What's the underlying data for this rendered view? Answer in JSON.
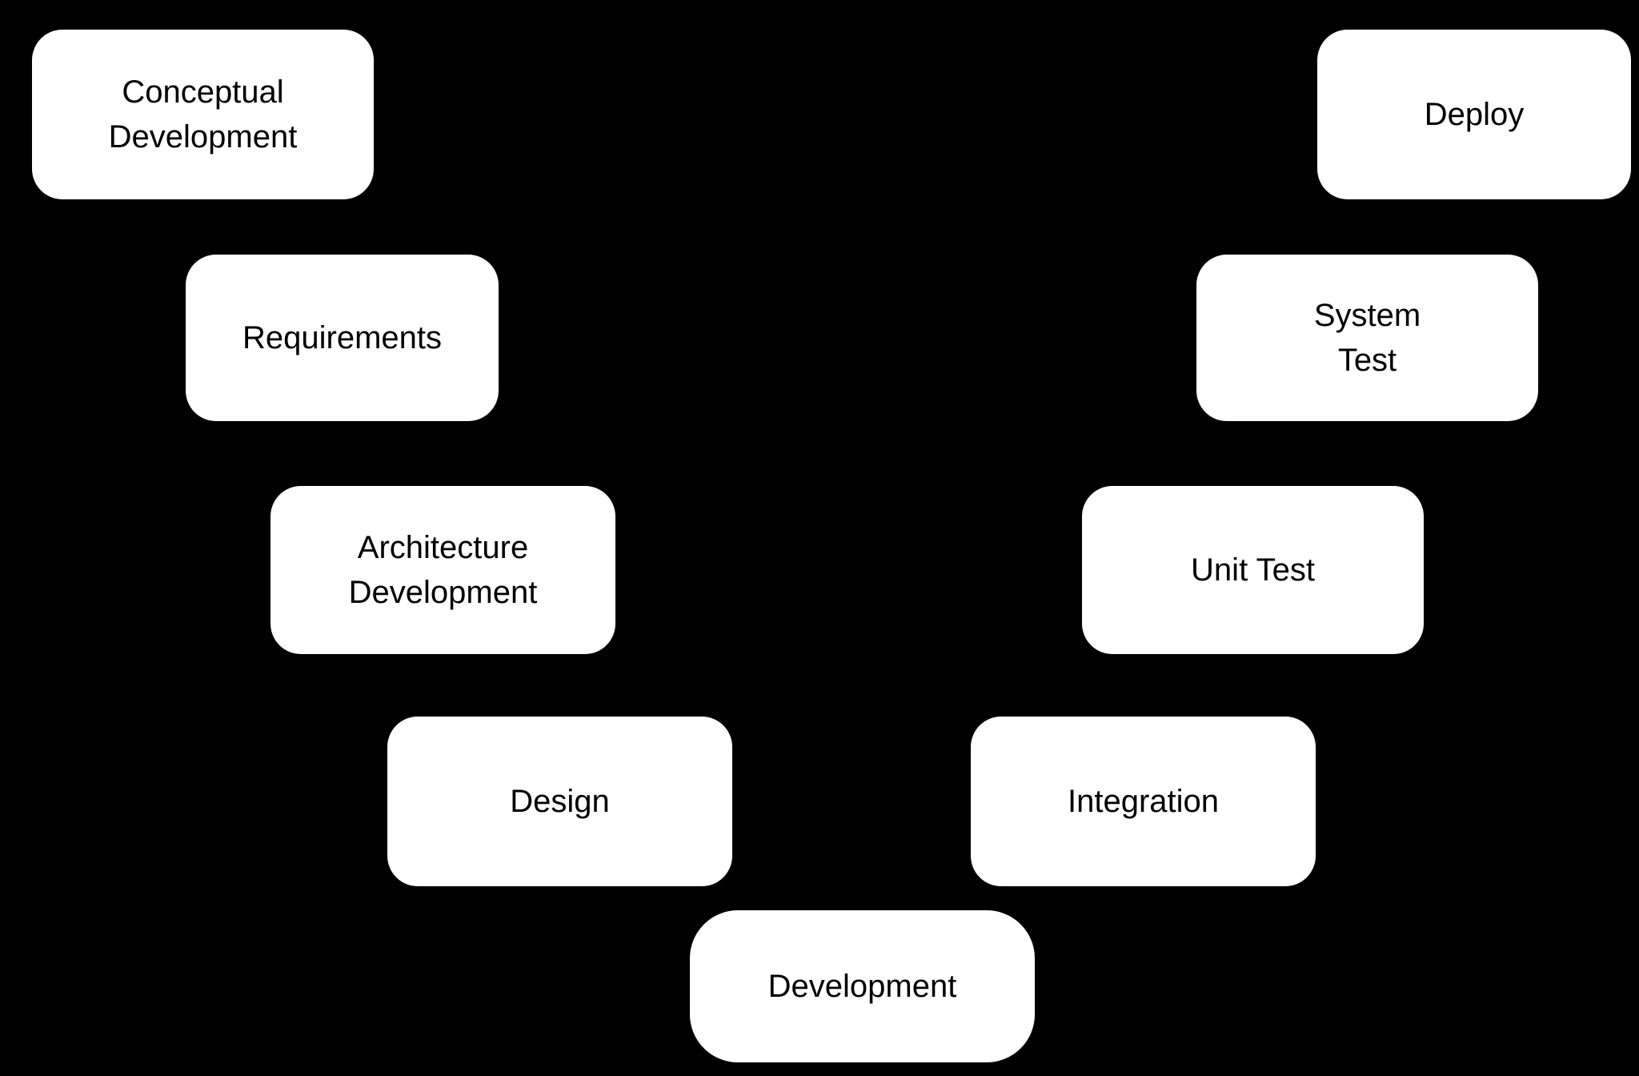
{
  "diagram": {
    "type": "v-model-process-diagram",
    "background_color": "#000000",
    "node_fill_color": "#ffffff",
    "node_text_color": "#000000",
    "nodes": [
      {
        "id": "conceptual-development",
        "label": "Conceptual\nDevelopment"
      },
      {
        "id": "requirements",
        "label": "Requirements"
      },
      {
        "id": "architecture-development",
        "label": "Architecture\nDevelopment"
      },
      {
        "id": "design",
        "label": "Design"
      },
      {
        "id": "development",
        "label": "Development"
      },
      {
        "id": "integration",
        "label": "Integration"
      },
      {
        "id": "unit-test",
        "label": "Unit Test"
      },
      {
        "id": "system-test",
        "label": "System\nTest"
      },
      {
        "id": "deploy",
        "label": "Deploy"
      }
    ]
  }
}
